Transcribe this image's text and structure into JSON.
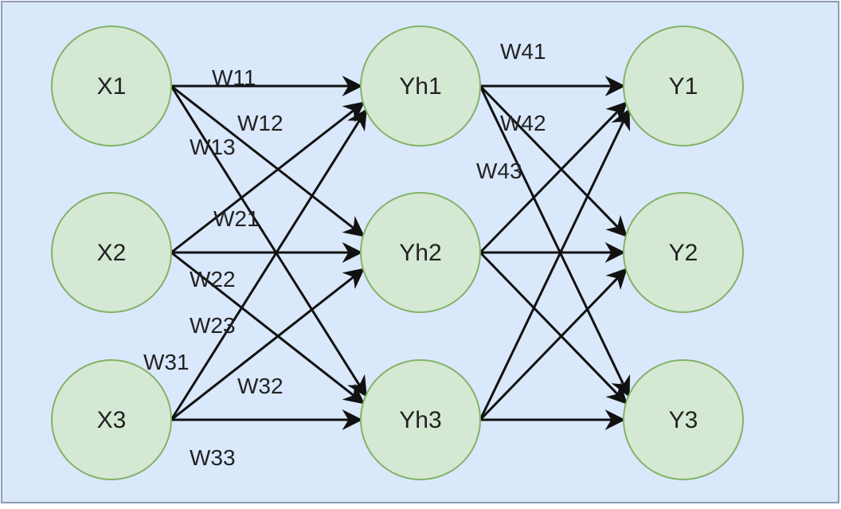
{
  "diagram": {
    "type": "neural-network",
    "colors": {
      "background": "#dae8fc",
      "border": "#8f9bb3",
      "node_fill": "#d5e8d4",
      "node_stroke": "#82b366",
      "edge": "#111111",
      "text": "#222222"
    },
    "layers": [
      {
        "name": "input",
        "nodes": [
          {
            "id": "X1",
            "label": "X1"
          },
          {
            "id": "X2",
            "label": "X2"
          },
          {
            "id": "X3",
            "label": "X3"
          }
        ]
      },
      {
        "name": "hidden",
        "nodes": [
          {
            "id": "Yh1",
            "label": "Yh1"
          },
          {
            "id": "Yh2",
            "label": "Yh2"
          },
          {
            "id": "Yh3",
            "label": "Yh3"
          }
        ]
      },
      {
        "name": "output",
        "nodes": [
          {
            "id": "Y1",
            "label": "Y1"
          },
          {
            "id": "Y2",
            "label": "Y2"
          },
          {
            "id": "Y3",
            "label": "Y3"
          }
        ]
      }
    ],
    "edges": [
      {
        "from": "X1",
        "to": "Yh1"
      },
      {
        "from": "X1",
        "to": "Yh2"
      },
      {
        "from": "X1",
        "to": "Yh3"
      },
      {
        "from": "X2",
        "to": "Yh1"
      },
      {
        "from": "X2",
        "to": "Yh2"
      },
      {
        "from": "X2",
        "to": "Yh3"
      },
      {
        "from": "X3",
        "to": "Yh1"
      },
      {
        "from": "X3",
        "to": "Yh2"
      },
      {
        "from": "X3",
        "to": "Yh3"
      },
      {
        "from": "Yh1",
        "to": "Y1"
      },
      {
        "from": "Yh1",
        "to": "Y2"
      },
      {
        "from": "Yh1",
        "to": "Y3"
      },
      {
        "from": "Yh2",
        "to": "Y1"
      },
      {
        "from": "Yh2",
        "to": "Y2"
      },
      {
        "from": "Yh2",
        "to": "Y3"
      },
      {
        "from": "Yh3",
        "to": "Y1"
      },
      {
        "from": "Yh3",
        "to": "Y2"
      },
      {
        "from": "Yh3",
        "to": "Y3"
      }
    ],
    "weight_labels": [
      "W11",
      "W12",
      "W13",
      "W21",
      "W22",
      "W23",
      "W31",
      "W32",
      "W33",
      "W41",
      "W42",
      "W43"
    ]
  }
}
